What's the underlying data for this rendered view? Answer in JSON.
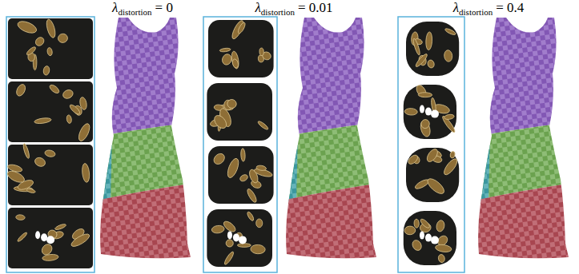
{
  "diagram": {
    "labels": [
      "λ",
      "distortion",
      "= 0",
      "λ",
      "distortion",
      "= 0.01",
      "λ",
      "distortion",
      "= 0.4"
    ]
  }
}
